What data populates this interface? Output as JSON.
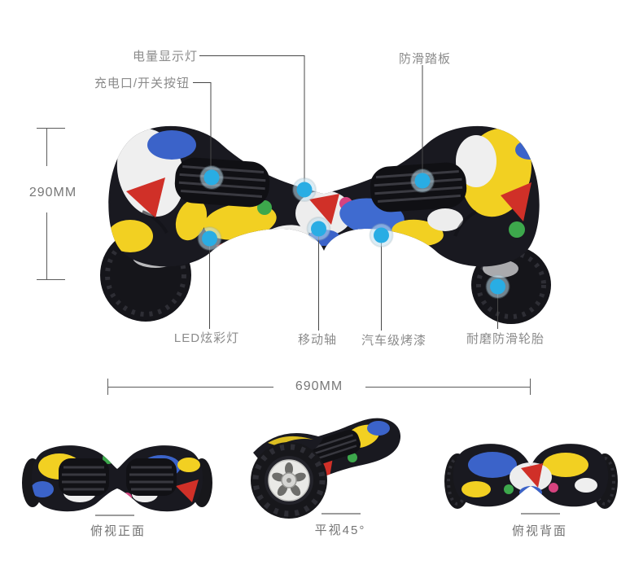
{
  "page": {
    "background": "#ffffff"
  },
  "callouts": [
    {
      "id": "power-indicator-light",
      "label": "电量显示灯"
    },
    {
      "id": "charging-port-switch-button",
      "label": "充电口/开关按钮"
    },
    {
      "id": "anti-slip-pedal",
      "label": "防滑踏板"
    },
    {
      "id": "led-color-light",
      "label": "LED炫彩灯"
    },
    {
      "id": "moving-axle",
      "label": "移动轴"
    },
    {
      "id": "car-grade-paint",
      "label": "汽车级烤漆"
    },
    {
      "id": "wear-resistant-anti-slip-tire",
      "label": "耐磨防滑轮胎"
    }
  ],
  "dimensions": {
    "height": "290MM",
    "width": "690MM"
  },
  "views": [
    {
      "id": "top-view-front",
      "caption": "俯视正面"
    },
    {
      "id": "eye-level-45",
      "caption": "平视45°"
    },
    {
      "id": "top-view-back",
      "caption": "俯视背面"
    }
  ],
  "colors": {
    "callout_dot": "#29ade4",
    "callout_dot_halo": "#bfe0f0",
    "callout_line": "#474747",
    "dimension_line": "#5c5c5c",
    "label_text": "#8b8b8b",
    "caption_text": "#757575",
    "body_dark": "#191920",
    "tire_dark": "#15151a",
    "graffiti_yellow": "#f2d022",
    "graffiti_blue": "#3b63c9",
    "graffiti_red": "#d03028",
    "graffiti_white": "#efefef",
    "graffiti_green": "#3da84c",
    "graffiti_magenta": "#d6437f"
  }
}
